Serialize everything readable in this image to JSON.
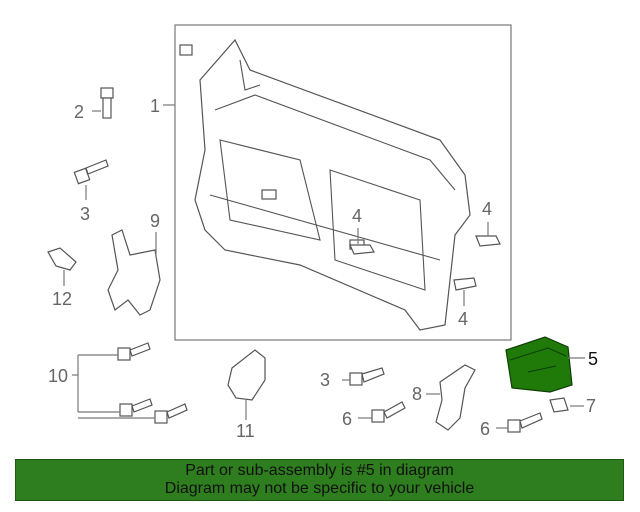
{
  "callouts": {
    "c1": "1",
    "c2": "2",
    "c3_left": "3",
    "c3_bottom": "3",
    "c4_center": "4",
    "c4_right_top": "4",
    "c4_right_bottom": "4",
    "c5": "5",
    "c6_center": "6",
    "c6_right": "6",
    "c7": "7",
    "c8": "8",
    "c9": "9",
    "c10": "10",
    "c11": "11",
    "c12": "12"
  },
  "highlighted_part": "5",
  "colors": {
    "highlight_part": "#1f7a0a",
    "banner_bg": "#2e7d1e"
  },
  "banner": {
    "line1": "Part or sub-assembly is #5 in diagram",
    "line2": "Diagram may not be specific to your vehicle"
  }
}
